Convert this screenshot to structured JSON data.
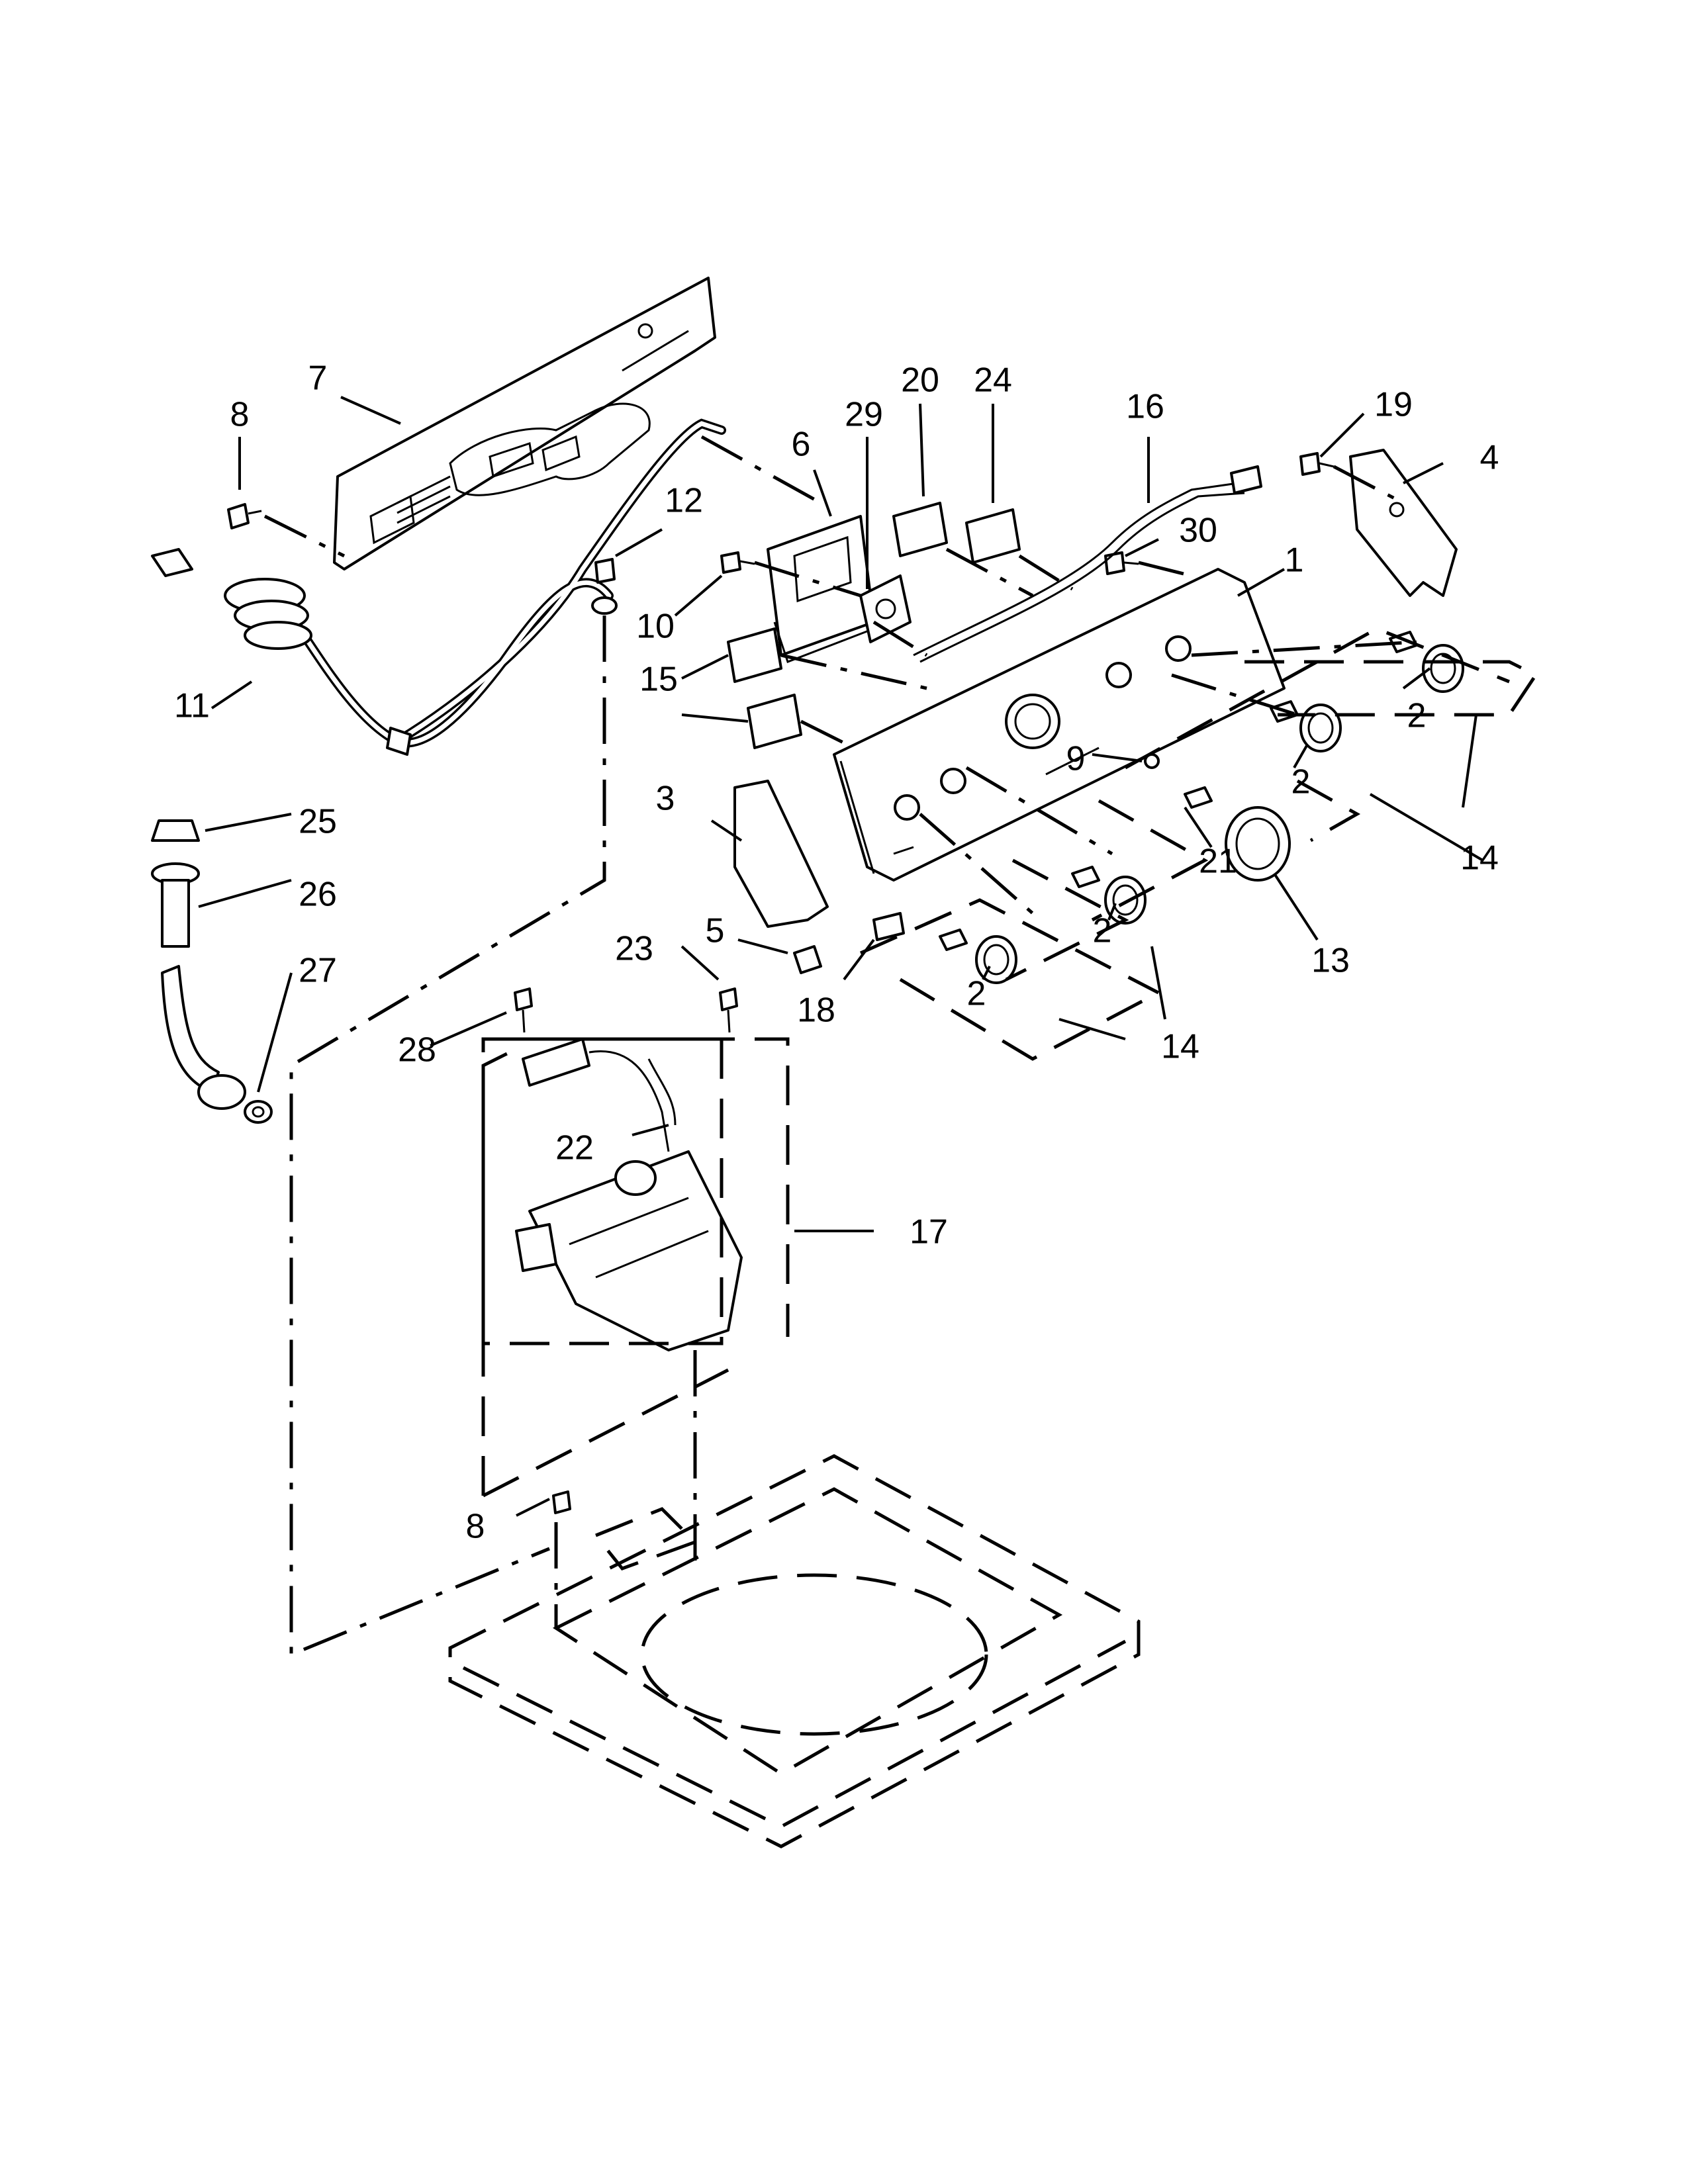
{
  "callouts": [
    {
      "id": "c7",
      "text": "7"
    },
    {
      "id": "c8a",
      "text": "8"
    },
    {
      "id": "c11",
      "text": "11"
    },
    {
      "id": "c12",
      "text": "12"
    },
    {
      "id": "c6",
      "text": "6"
    },
    {
      "id": "c29",
      "text": "29"
    },
    {
      "id": "c20",
      "text": "20"
    },
    {
      "id": "c24",
      "text": "24"
    },
    {
      "id": "c16",
      "text": "16"
    },
    {
      "id": "c19",
      "text": "19"
    },
    {
      "id": "c4",
      "text": "4"
    },
    {
      "id": "c30",
      "text": "30"
    },
    {
      "id": "c1",
      "text": "1"
    },
    {
      "id": "c10",
      "text": "10"
    },
    {
      "id": "c15",
      "text": "15"
    },
    {
      "id": "c2a",
      "text": "2"
    },
    {
      "id": "c2b",
      "text": "2"
    },
    {
      "id": "c2c",
      "text": "2"
    },
    {
      "id": "c2d",
      "text": "2"
    },
    {
      "id": "c14a",
      "text": "14"
    },
    {
      "id": "c14b",
      "text": "14"
    },
    {
      "id": "c9",
      "text": "9"
    },
    {
      "id": "c21",
      "text": "21"
    },
    {
      "id": "c13",
      "text": "13"
    },
    {
      "id": "c3",
      "text": "3"
    },
    {
      "id": "c25",
      "text": "25"
    },
    {
      "id": "c26",
      "text": "26"
    },
    {
      "id": "c27",
      "text": "27"
    },
    {
      "id": "c5",
      "text": "5"
    },
    {
      "id": "c18",
      "text": "18"
    },
    {
      "id": "c23",
      "text": "23"
    },
    {
      "id": "c28",
      "text": "28"
    },
    {
      "id": "c22",
      "text": "22"
    },
    {
      "id": "c17",
      "text": "17"
    },
    {
      "id": "c8b",
      "text": "8"
    }
  ]
}
